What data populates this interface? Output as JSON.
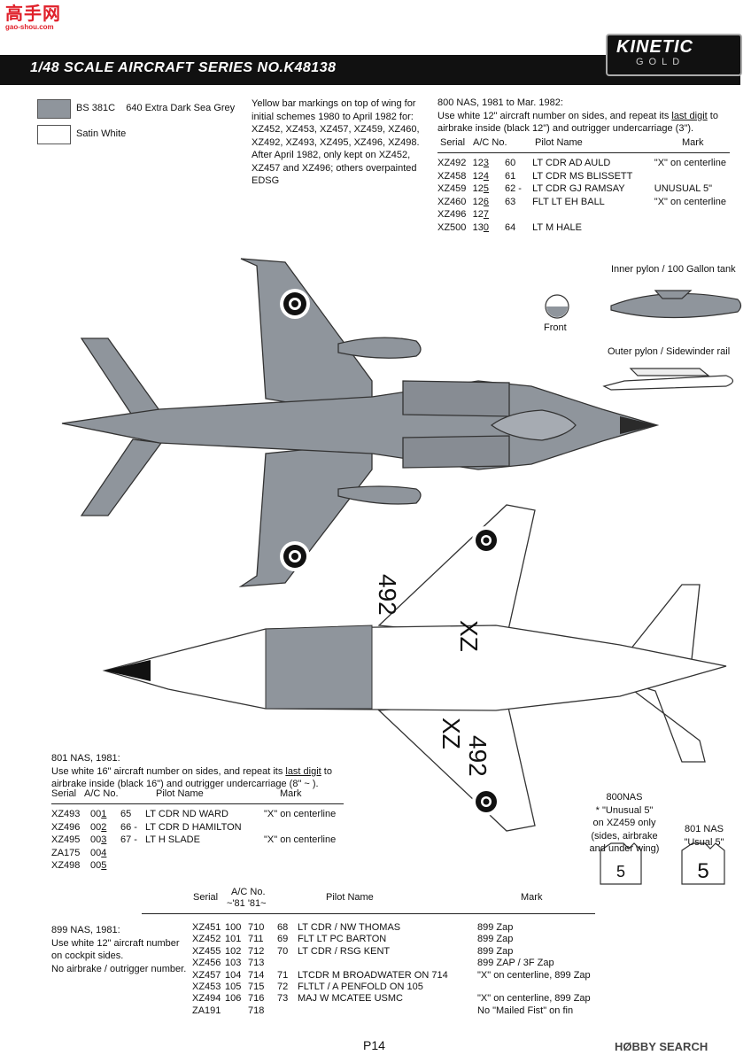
{
  "watermark": {
    "brand": "高手网",
    "url": "gao-shou.com"
  },
  "header": {
    "title": "1/48 SCALE  AIRCRAFT  SERIES NO.K48138",
    "logo_main": "KINETIC",
    "logo_sub": "GOLD"
  },
  "legend": [
    {
      "code": "BS 381C",
      "name": "640 Extra Dark Sea Grey",
      "color": "#8f959c"
    },
    {
      "code": "",
      "name": "Satin White",
      "color": "#ffffff"
    }
  ],
  "yellow_note": [
    "Yellow bar markings on top of wing for",
    "initial schemes 1980 to April 1982 for:",
    "XZ452, XZ453, XZ457, XZ459, XZ460,",
    "XZ492, XZ493, XZ495, XZ496, XZ498.",
    "After April 1982, only kept on XZ452,",
    "XZ457 and XZ496; others overpainted",
    "EDSG"
  ],
  "nas800": {
    "title": "800 NAS, 1981 to Mar. 1982:",
    "note_pre": "Use white 12\" aircraft number on sides, and repeat its ",
    "note_u": "last digit",
    "note_post": " to",
    "note2": "airbrake inside (black 12\")  and outrigger undercarriage (3\").",
    "headers": [
      "Serial",
      "A/C No.",
      "Pilot Name",
      "Mark"
    ],
    "rows": [
      {
        "serial": "XZ492",
        "ac_a": "12",
        "ac_b": "3",
        "pnum": "60",
        "pilot": "LT CDR AD AULD",
        "mark": "\"X\" on centerline"
      },
      {
        "serial": "XZ458",
        "ac_a": "12",
        "ac_b": "4",
        "pnum": "61",
        "pilot": "LT CDR MS BLISSETT",
        "mark": ""
      },
      {
        "serial": "XZ459",
        "ac_a": "12",
        "ac_b": "5",
        "pnum": "62 -",
        "pilot": "LT CDR GJ RAMSAY",
        "mark": "UNUSUAL 5\""
      },
      {
        "serial": "XZ460",
        "ac_a": "12",
        "ac_b": "6",
        "pnum": "63",
        "pilot": "FLT LT EH BALL",
        "mark": "\"X\" on centerline"
      },
      {
        "serial": "XZ496",
        "ac_a": "12",
        "ac_b": "7",
        "pnum": "",
        "pilot": "",
        "mark": ""
      },
      {
        "serial": "XZ500",
        "ac_a": "13",
        "ac_b": "0",
        "pnum": "64",
        "pilot": "LT M HALE",
        "mark": ""
      }
    ]
  },
  "labels": {
    "front": "Front",
    "inner_pylon": "Inner pylon / 100 Gallon tank",
    "outer_pylon": "Outer pylon / Sidewinder rail",
    "serial_top": "XZ",
    "serial_top2": "492",
    "serial_bot": "XZ",
    "serial_bot2": "492"
  },
  "nas801": {
    "title": "801 NAS, 1981:",
    "note_pre": "Use white 16\" aircraft number on sides, and repeat its ",
    "note_u": "last digit",
    "note_post": " to",
    "note2": "airbrake inside (black 16\") and outrigger undercarriage (8\"    ~   ).",
    "headers": [
      "Serial",
      "A/C No.",
      "Pilot Name",
      "Mark"
    ],
    "rows": [
      {
        "serial": "XZ493",
        "ac_a": "00",
        "ac_b": "1",
        "pnum": "65",
        "pilot": "LT CDR ND WARD",
        "mark": "\"X\" on centerline"
      },
      {
        "serial": "XZ496",
        "ac_a": "00",
        "ac_b": "2",
        "pnum": "66 -",
        "pilot": "LT CDR D HAMILTON",
        "mark": ""
      },
      {
        "serial": "XZ495",
        "ac_a": "00",
        "ac_b": "3",
        "pnum": "67 -",
        "pilot": "LT      H SLADE",
        "mark": "\"X\" on centerline"
      },
      {
        "serial": "ZA175",
        "ac_a": "00",
        "ac_b": "4",
        "pnum": "",
        "pilot": "",
        "mark": ""
      },
      {
        "serial": "XZ498",
        "ac_a": "00",
        "ac_b": "5",
        "pnum": "",
        "pilot": "",
        "mark": ""
      }
    ]
  },
  "usual": {
    "nas800_title": "800NAS",
    "nas800_lines": [
      "* \"Unusual 5\"",
      "on XZ459 only",
      "(sides, airbrake",
      "and under wing)"
    ],
    "nas800_num": "5",
    "nas801_title": "801 NAS",
    "nas801_sub": "\"Usual 5\"",
    "nas801_num": "5"
  },
  "nas899": {
    "title": "899 NAS, 1981:",
    "lines": [
      "Use white 12\" aircraft number",
      "on cockpit sides.",
      "No airbrake / outrigger number."
    ],
    "headers": {
      "serial": "Serial",
      "ac": "A/C No.",
      "ac_years": "~'81  '81~",
      "pilot": "Pilot Name",
      "mark": "Mark"
    },
    "rows": [
      {
        "serial": "XZ451",
        "a": "100",
        "b": "710",
        "pnum": "68",
        "pilot": "LT CDR / NW THOMAS",
        "mark": "899 Zap"
      },
      {
        "serial": "XZ452",
        "a": "101",
        "b": "711",
        "pnum": "69",
        "pilot": "FLT LT PC BARTON",
        "mark": "899 Zap"
      },
      {
        "serial": "XZ455",
        "a": "102",
        "b": "712",
        "pnum": "70",
        "pilot": "LT CDR / RSG KENT",
        "mark": "899 Zap"
      },
      {
        "serial": "XZ456",
        "a": "103",
        "b": "713",
        "pnum": "",
        "pilot": "",
        "mark": "899 ZAP / 3F Zap"
      },
      {
        "serial": "XZ457",
        "a": "104",
        "b": "714",
        "pnum": "71",
        "pilot": "LTCDR  M BROADWATER ON 714",
        "mark": "\"X\" on centerline, 899 Zap"
      },
      {
        "serial": "XZ453",
        "a": "105",
        "b": "715",
        "pnum": "72",
        "pilot": "FLTLT / A  PENFOLD ON 105",
        "mark": ""
      },
      {
        "serial": "XZ494",
        "a": "106",
        "b": "716",
        "pnum": "73",
        "pilot": "MAJ W MCATEE   USMC",
        "mark": "\"X\" on centerline, 899 Zap"
      },
      {
        "serial": "ZA191",
        "a": "",
        "b": "718",
        "pnum": "",
        "pilot": "",
        "mark": "No \"Mailed Fist\" on fin"
      }
    ]
  },
  "footer": {
    "page": "P14",
    "source": "HØBBY SEARCH"
  }
}
